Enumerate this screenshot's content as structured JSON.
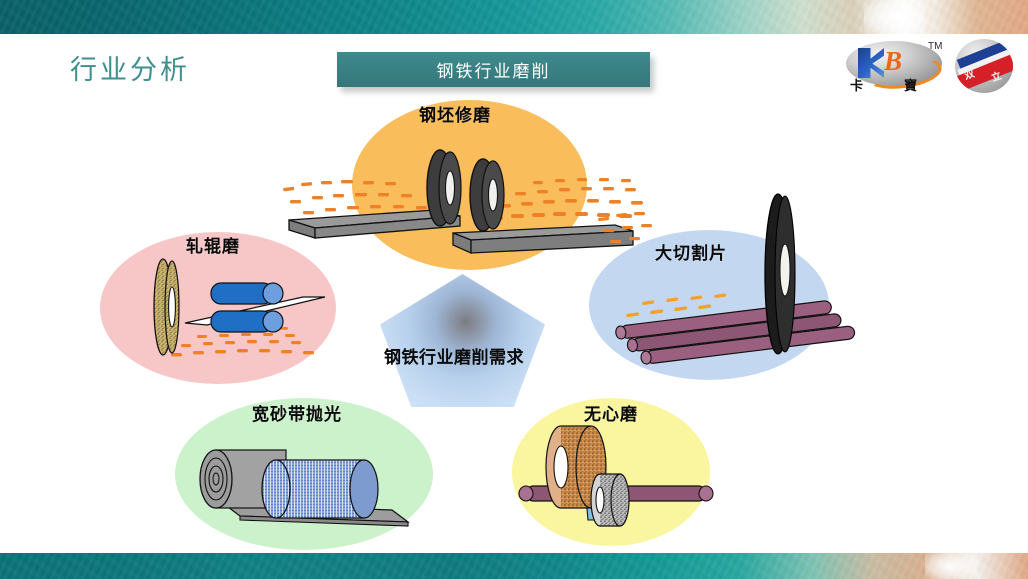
{
  "slide": {
    "page_title": "行业分析",
    "topic_banner": "钢铁行业磨削",
    "center_shape_label": "钢铁行业磨削需求"
  },
  "logos": {
    "kabao": {
      "tm": "TM",
      "char_left": "卡",
      "char_right": "寶",
      "letter_k": "K",
      "letter_b": "B"
    },
    "shuangli": {
      "char_left": "双",
      "char_right": "立"
    }
  },
  "categories": [
    {
      "id": "billet",
      "label": "钢坯修磨",
      "shape": "ellipse",
      "color": "#f9bd5c"
    },
    {
      "id": "roll",
      "label": "轧辊磨",
      "shape": "ellipse",
      "color": "#f7c7c8"
    },
    {
      "id": "cut",
      "label": "大切割片",
      "shape": "ellipse",
      "color": "#c3d8f0"
    },
    {
      "id": "belt",
      "label": "宽砂带抛光",
      "shape": "ellipse",
      "color": "#ccf2cb"
    },
    {
      "id": "center",
      "label": "无心磨",
      "shape": "ellipse",
      "color": "#faf6a0"
    }
  ],
  "palette": {
    "accent_teal": "#3e8a8d",
    "title_teal": "#3f8f91",
    "spark_orange": "#f08025",
    "steel_gray": "#8b8b8b",
    "wheel_dark": "#3b3b3b",
    "roller_blue": "#1f6fc4",
    "bar_purple": "#9b6080",
    "cork_brown": "#c08a4f"
  }
}
